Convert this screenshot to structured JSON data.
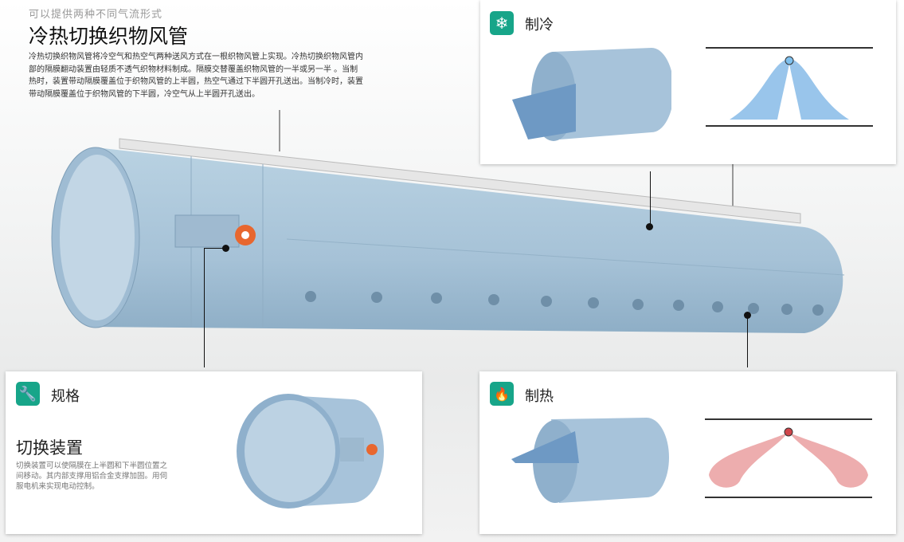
{
  "header": {
    "subtitle": "可以提供两种不同气流形式",
    "title": "冷热切换织物风管",
    "description": "冷热切换织物风管将冷空气和热空气两种送风方式在一根织物风管上实现。冷热切换织物风管内部的隔膜翻动装置由轻质不透气织物材料制成。隔膜交替覆盖织物风管的一半或另一半 。当制热时，装置带动隔膜覆盖位于织物风管的上半圆，热空气通过下半圆开孔送出。当制冷时，装置带动隔膜覆盖位于织物风管的下半圆，冷空气从上半圆开孔送出。"
  },
  "cards": {
    "cooling": {
      "title": "制冷",
      "icon": "snowflake-icon"
    },
    "spec": {
      "title": "规格",
      "icon": "wrench-icon",
      "heading": "切换装置",
      "text": "切换装置可以使隔膜在上半圆和下半圆位置之间移动。其内部支撑用铝合金支撑加固。用伺服电机来实现电动控制。"
    },
    "heating": {
      "title": "制热",
      "icon": "flame-icon"
    }
  },
  "colors": {
    "accent": "#17a589",
    "duct": "#a9c6dc",
    "cool": "#4a9ad8",
    "heat": "#d0454a"
  }
}
